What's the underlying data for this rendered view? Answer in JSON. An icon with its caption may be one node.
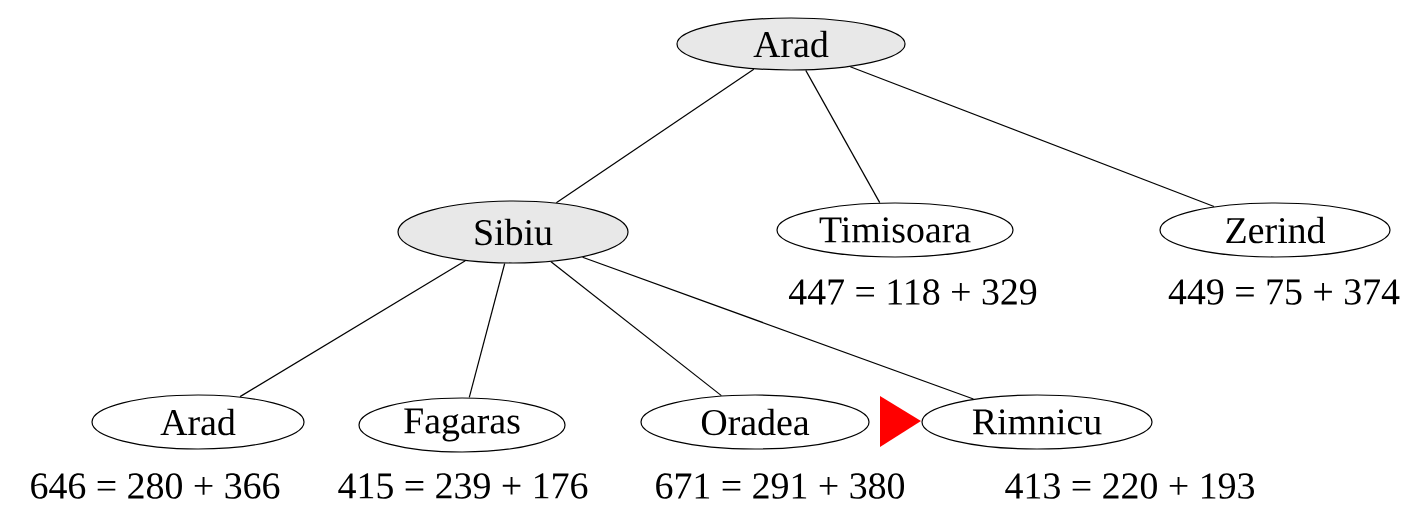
{
  "diagram": {
    "nodes": [
      {
        "text": [
          "Arad"
        ]
      },
      {
        "text": [
          "Sibiu"
        ]
      },
      {
        "text": [
          "Timisoara"
        ],
        "beside": [
          "447 = 118 + 329"
        ]
      },
      {
        "text": [
          "Zerind"
        ],
        "beside": [
          "449 = 75 + 374"
        ]
      },
      {
        "text": [
          "Arad"
        ],
        "beside": [
          "646 = 280 + 366"
        ]
      },
      {
        "text": [
          "Fagaras"
        ],
        "beside": [
          "415 = 239 + 176"
        ]
      },
      {
        "text": [
          "Oradea"
        ],
        "beside": [
          "671 = 291 + 380"
        ]
      },
      {
        "text": [
          "Rimnicu"
        ],
        "beside": [
          "413 = 220 + 193"
        ]
      }
    ],
    "edges": [
      {
        "from": 0,
        "to": 1,
        "arrow": "none"
      },
      {
        "from": 0,
        "to": 2,
        "arrow": "none"
      },
      {
        "from": 0,
        "to": 3,
        "arrow": "none"
      },
      {
        "from": 1,
        "to": 4,
        "arrow": "none"
      },
      {
        "from": 1,
        "to": 5,
        "arrow": "none"
      },
      {
        "from": 1,
        "to": 6,
        "arrow": "none"
      },
      {
        "from": 1,
        "to": 7,
        "arrow": "none"
      }
    ]
  }
}
